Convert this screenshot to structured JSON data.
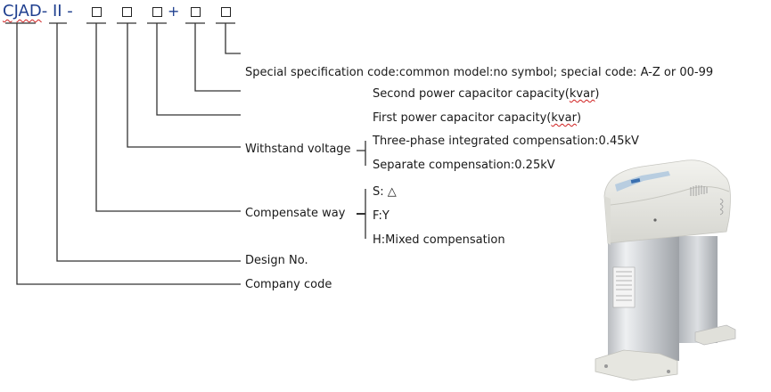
{
  "model_code": {
    "prefix_company": "CJAD",
    "separator_1": "- ",
    "design_no": "II",
    "separator_2": " -",
    "slot_symbol": "□",
    "plus": "+"
  },
  "fields": [
    {
      "id": "special-code",
      "label": "Special specification code:common model:no symbol; special code: A-Z or 00-99"
    },
    {
      "id": "second-capacity",
      "label_main": "Second power capacitor capacity(",
      "label_unit": "kvar",
      "label_end": ")"
    },
    {
      "id": "first-capacity",
      "label_main": "First power capacitor capacity(",
      "label_unit": "kvar",
      "label_end": ")"
    },
    {
      "id": "withstand-voltage",
      "label": "Withstand voltage",
      "options": [
        "Three-phase integrated compensation:0.45kV",
        "Separate compensation:0.25kV"
      ]
    },
    {
      "id": "compensate-way",
      "label": "Compensate way",
      "options": [
        "S: △",
        "F:Y",
        "H:Mixed compensation"
      ]
    },
    {
      "id": "design-no",
      "label": "Design No."
    },
    {
      "id": "company-code",
      "label": "Company code"
    }
  ],
  "product_image": {
    "alt": "Intelligent low-voltage power capacitor unit"
  }
}
